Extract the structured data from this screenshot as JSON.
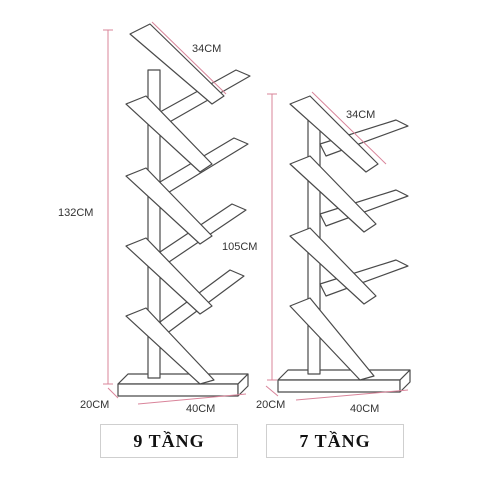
{
  "dimensions": {
    "shelf9": {
      "height": "132CM",
      "depth_top": "34CM",
      "base_depth": "20CM",
      "base_width": "40CM"
    },
    "shelf7": {
      "height": "105CM",
      "depth_top": "34CM",
      "base_depth": "20CM",
      "base_width": "40CM"
    }
  },
  "labels": {
    "nine_tier": "9 TẦNG",
    "seven_tier": "7 TẦNG"
  },
  "colors": {
    "dimension_line": "#d9849a",
    "outline": "#4a4a4a"
  }
}
